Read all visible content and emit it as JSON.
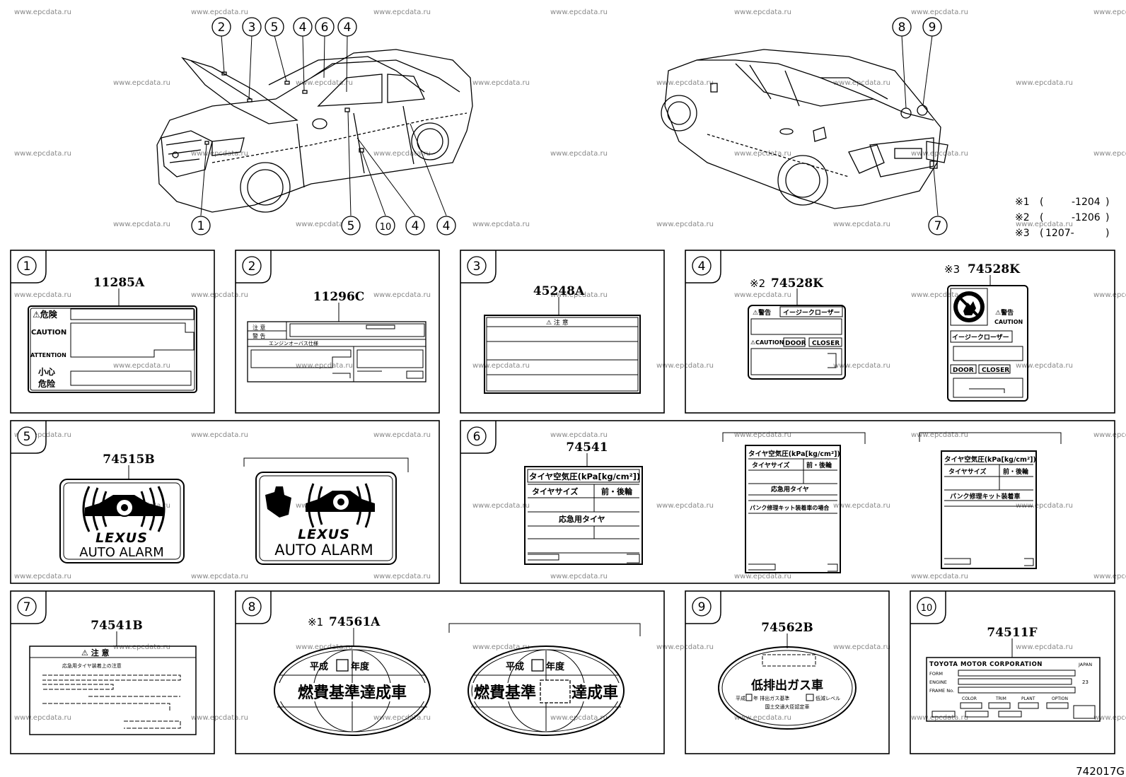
{
  "watermark": "www.epcdata.ru",
  "diagram_code": "742017G",
  "callouts": {
    "front_top": [
      "2",
      "3",
      "5",
      "4",
      "6",
      "4"
    ],
    "front_bottom": [
      "1",
      "5",
      "10",
      "4",
      "4"
    ],
    "rear_top": [
      "8",
      "9"
    ],
    "rear_bottom": [
      "7"
    ]
  },
  "notes": [
    {
      "mark": "※1",
      "open": "(",
      "range": "-1204",
      "close": ")"
    },
    {
      "mark": "※2",
      "open": "(",
      "range": "-1206",
      "close": ")"
    },
    {
      "mark": "※3",
      "open": "(",
      "range": "1207-",
      "close": ")"
    }
  ],
  "panels": {
    "p1": {
      "num": "1",
      "part": "11285A",
      "lines": [
        "⚠危険",
        "CAUTION",
        "ATTENTION",
        "小心",
        "危险"
      ]
    },
    "p2": {
      "num": "2",
      "part": "11296C",
      "lines": [
        "注 意",
        "警 告",
        "エンジンオーバス仕様"
      ]
    },
    "p3": {
      "num": "3",
      "part": "45248A",
      "lines": [
        "⚠ 注 意"
      ]
    },
    "p4": {
      "num": "4",
      "a_mark": "※2",
      "a_part": "74528K",
      "b_mark": "※3",
      "b_part": "74528K",
      "a_lines": [
        "⚠警告",
        "イージークローザー",
        "⚠CAUTION",
        "DOOR",
        "CLOSER"
      ],
      "b_lines": [
        "⚠警告",
        "CAUTION",
        "イージークローザー",
        "DOOR",
        "CLOSER"
      ]
    },
    "p5": {
      "num": "5",
      "part": "74515B",
      "brand": "LEXUS",
      "text": "AUTO ALARM"
    },
    "p6": {
      "num": "6",
      "part": "74541",
      "a_lines": [
        "タイヤ空気圧(kPa[kg/cm²])",
        "タイヤサイズ",
        "前・後輪",
        "応急用タイヤ"
      ],
      "b_lines": [
        "タイヤ空気圧(kPa[kg/cm²])",
        "タイヤサイズ",
        "前・後輪",
        "応急用タイヤ",
        "パンク修理キット装着車の場合"
      ],
      "c_lines": [
        "タイヤ空気圧(kPa[kg/cm²])",
        "タイヤサイズ",
        "前・後輪",
        "パンク修理キット装着車"
      ]
    },
    "p7": {
      "num": "7",
      "part": "74541B",
      "lines": [
        "⚠ 注 意",
        "応急用タイヤ装着上の注意"
      ]
    },
    "p8": {
      "num": "8",
      "mark": "※1",
      "part": "74561A",
      "top": "平成",
      "top2": "年度",
      "main": "燃費基準達成車",
      "main_a": "燃費基準",
      "main_b": "達成車"
    },
    "p9": {
      "num": "9",
      "part": "74562B",
      "main": "低排出ガス車",
      "sub1": "平成",
      "sub1b": "年 排出ガス基準",
      "sub1c": "低減レベル",
      "sub2": "国土交通大臣認定車"
    },
    "p10": {
      "num": "10",
      "part": "74511F",
      "maker": "TOYOTA MOTOR CORPORATION",
      "suffix": "JAPAN",
      "rows": [
        "FORM",
        "ENGINE",
        "FRAME No."
      ],
      "cols": [
        "COLOR",
        "TRIM",
        "PLANT",
        "OPTION"
      ],
      "code": "23"
    }
  }
}
